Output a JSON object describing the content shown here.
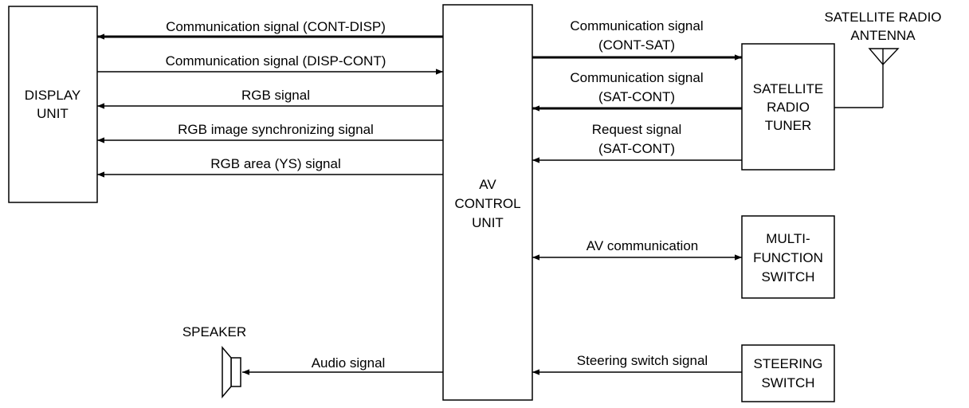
{
  "blocks": {
    "display_unit": [
      "DISPLAY",
      "UNIT"
    ],
    "av_control_unit": [
      "AV",
      "CONTROL",
      "UNIT"
    ],
    "satellite_radio_tuner": [
      "SATELLITE",
      "RADIO",
      "TUNER"
    ],
    "multi_function_switch": [
      "MULTI-",
      "FUNCTION",
      "SWITCH"
    ],
    "steering_switch": [
      "STEERING",
      "SWITCH"
    ],
    "satellite_radio_antenna": [
      "SATELLITE RADIO",
      "ANTENNA"
    ],
    "speaker": "SPEAKER"
  },
  "signals": {
    "cont_disp": "Communication signal (CONT-DISP)",
    "disp_cont": "Communication signal (DISP-CONT)",
    "rgb": "RGB signal",
    "rgb_sync": "RGB image synchronizing signal",
    "rgb_area": "RGB area (YS) signal",
    "cont_sat": [
      "Communication signal",
      "(CONT-SAT)"
    ],
    "sat_cont": [
      "Communication signal",
      "(SAT-CONT)"
    ],
    "request": [
      "Request signal",
      "(SAT-CONT)"
    ],
    "av_comm": "AV communication",
    "steering": "Steering switch signal",
    "audio": "Audio signal"
  }
}
